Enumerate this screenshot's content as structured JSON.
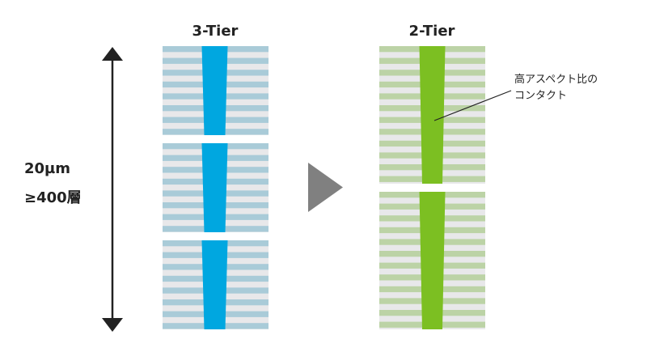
{
  "left_title": "3-Tier",
  "right_title": "2-Tier",
  "thickness_label": "20µm",
  "layers_label": "≥400層",
  "callout_line1": "高アスペクト比の",
  "callout_line2": "コンタクト",
  "colors": {
    "layer_bg": "#e8e8ea",
    "blue_layer": "#a9cbd8",
    "blue_contact": "#00a7e0",
    "green_layer": "#bcd3a6",
    "green_contact": "#7cbf22",
    "arrow": "#808080",
    "dimension_line": "#222222"
  }
}
